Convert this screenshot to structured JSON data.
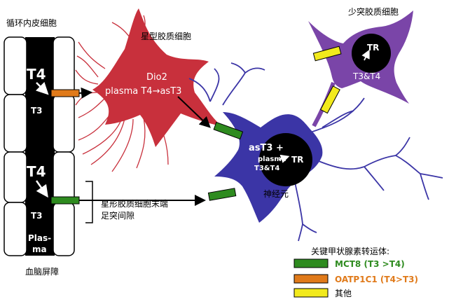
{
  "labels": {
    "endothelial": "循环内皮细胞",
    "astrocyte": "星型胶质细胞",
    "oligodendrocyte": "少突胶质细胞",
    "neuron": "神经元",
    "endfoot_line1": "星形胶质细胞末端",
    "endfoot_line2": "足突间隙",
    "bbb": "血脑屏障",
    "vessel_t4_top": "T4",
    "vessel_t3_top": "T3",
    "vessel_t4_bottom": "T4",
    "vessel_t3_bottom": "T3",
    "plasma_line1": "Plas-",
    "plasma_line2": "ma",
    "dio2": "Dio2",
    "astro_conversion": "plasma T4→asT3",
    "neuron_line1": "asT3 +",
    "neuron_line2": "plasma",
    "neuron_line3": "T3&T4",
    "tr_neuron": "TR",
    "tr_oligo": "TR",
    "oligo_hormones": "T3&T4"
  },
  "legend": {
    "title": "关键甲状腺素转运体:",
    "items": [
      {
        "label": "MCT8 (T3 >T4)",
        "color": "#2e8b1f",
        "text_color": "#2e8b1f"
      },
      {
        "label": "OATP1C1 (T4>T3)",
        "color": "#e07a1a",
        "text_color": "#e07a1a"
      },
      {
        "label": "其他",
        "color": "#f2ea1c",
        "text_color": "#000000"
      }
    ]
  },
  "colors": {
    "astrocyte": "#c8303c",
    "neuron": "#3b35a6",
    "oligodendrocyte": "#7a45a8",
    "mct8": "#2e8b1f",
    "oatp1c1": "#e07a1a",
    "other": "#f2ea1c",
    "vessel": "#000000"
  }
}
